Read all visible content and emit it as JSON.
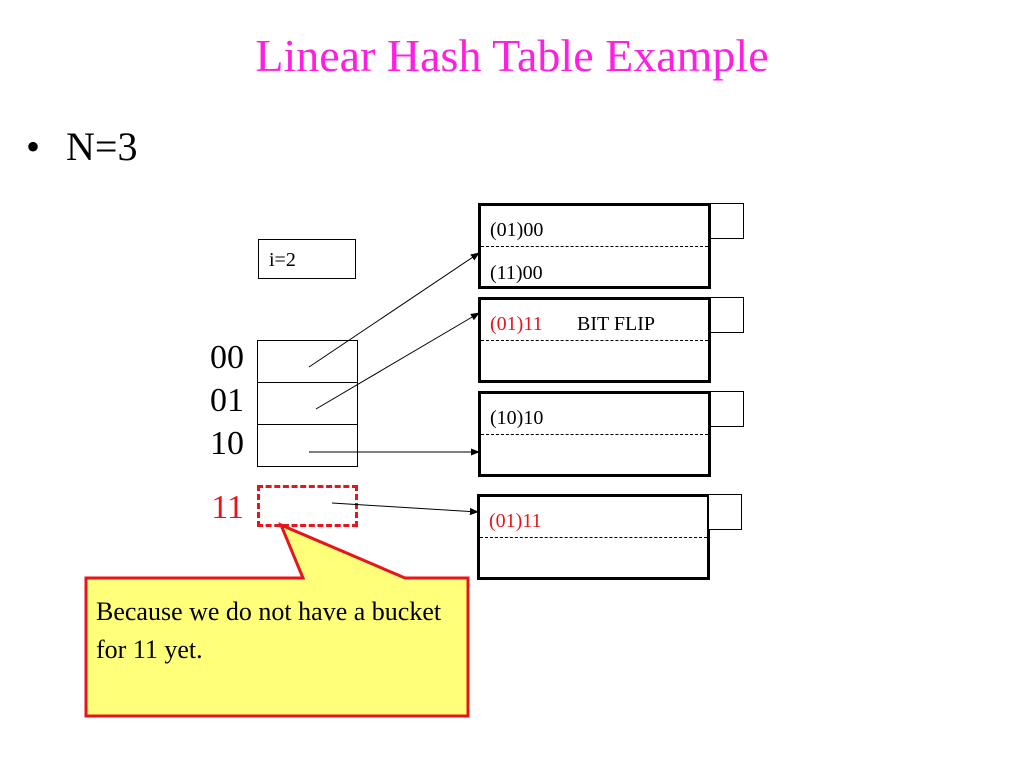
{
  "slide": {
    "title": "Linear Hash Table Example",
    "bullet_marker": "•",
    "bullet_text": "N=3"
  },
  "diagram": {
    "i_value_label": "i=2",
    "directory": [
      {
        "label": "00"
      },
      {
        "label": "01"
      },
      {
        "label": "10"
      },
      {
        "label": "11",
        "pending": true
      }
    ],
    "buckets": [
      {
        "slot1": "(01)00",
        "slot2": "(11)00",
        "note": ""
      },
      {
        "slot1": "(01)11",
        "slot2": "",
        "note": "BIT FLIP"
      },
      {
        "slot1": "(10)10",
        "slot2": "",
        "note": ""
      },
      {
        "slot1": "(01)11",
        "slot2": "",
        "note": ""
      }
    ],
    "callout": {
      "text": "Because we do not have a bucket for 11 yet."
    }
  },
  "colors": {
    "title": "#ff1fe0",
    "highlight_red": "#e8141b",
    "callout_fill": "#ffff7a",
    "callout_border": "#e8141b"
  }
}
